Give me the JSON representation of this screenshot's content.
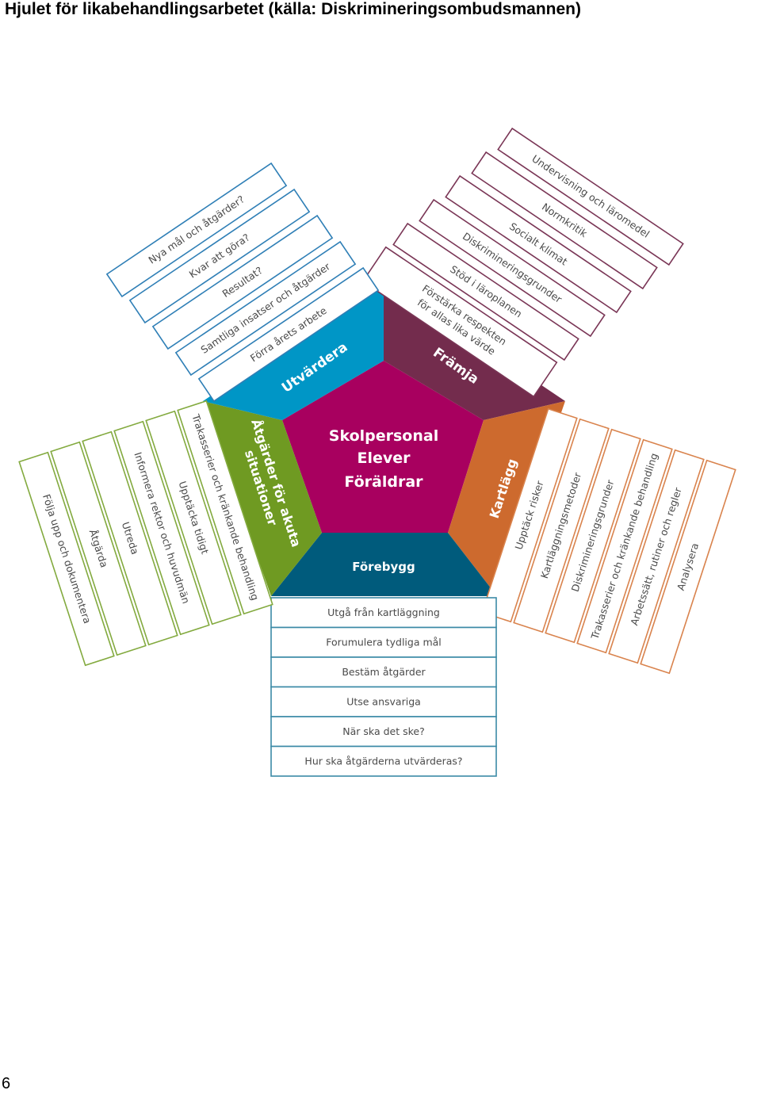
{
  "title": "Hjulet för likabehandlingsarbetet (källa: Diskrimineringsombudsmannen)",
  "page_number": "6",
  "center": {
    "lines": [
      "Skolpersonal",
      "Elever",
      "Föräldrar"
    ],
    "color": "#a8005f"
  },
  "phases": {
    "fraemja": {
      "label": "Främja",
      "color": "#732c4d",
      "border_color": "#7a3656",
      "items": [
        "Undervisning och läromedel",
        "Normkritik",
        "Socialt klimat",
        "Diskrimineringsgrunder",
        "Stöd i läroplanen",
        "Förstärka respekten",
        "för allas lika värde"
      ]
    },
    "kartlagg": {
      "label": "Kartlägg",
      "color": "#cd6a2e",
      "border_color": "#d9834d",
      "items": [
        "Upptäck risker",
        "Kartläggningsmetoder",
        "Diskrimineringsgrunder",
        "Trakasserier och kränkande behandling",
        "Arbetssätt, rutiner och regler",
        "Analysera"
      ]
    },
    "forebygg": {
      "label": "Förebygg",
      "color": "#005b7c",
      "border_color": "#3b8aa6",
      "items": [
        "Utgå från kartläggning",
        "Forumulera tydliga mål",
        "Bestäm åtgärder",
        "Utse ansvariga",
        "När ska det ske?",
        "Hur ska åtgärderna utvärderas?"
      ]
    },
    "atgarder": {
      "label_lines": [
        "Åtgärder för akuta",
        "situationer"
      ],
      "color": "#6f9a22",
      "border_color": "#83aa3f",
      "items": [
        "Trakasserier och kränkande behandling",
        "Upptäcka tidigt",
        "Informera rektor och huvudmän",
        "Utreda",
        "Åtgärda",
        "Följa upp och dokumentera"
      ]
    },
    "utvardera": {
      "label": "Utvärdera",
      "color": "#0096c6",
      "border_color": "#2f7fb6",
      "items": [
        "Nya mål och åtgärder?",
        "Kvar att göra?",
        "Resultat?",
        "Samtliga insatser och åtgärder",
        "Förra årets arbete"
      ]
    }
  }
}
